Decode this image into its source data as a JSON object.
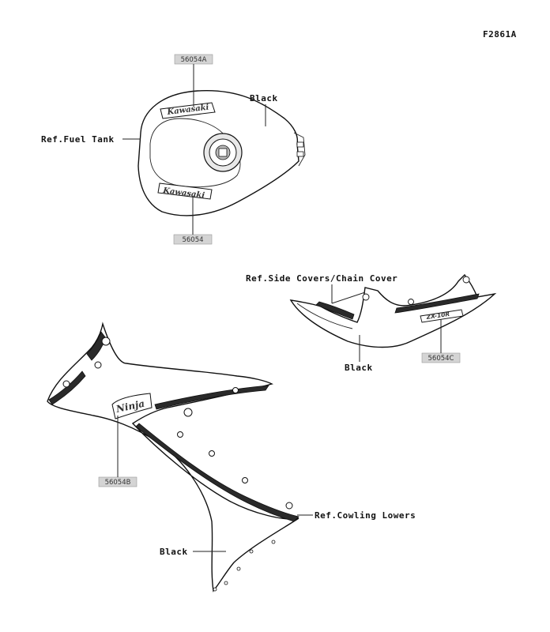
{
  "figure_code": "F2861A",
  "labels": {
    "fuel_tank": "Ref.Fuel Tank",
    "tank_color": "Black",
    "side_covers": "Ref.Side Covers/Chain Cover",
    "side_cover_color": "Black",
    "cowling_lowers": "Ref.Cowling Lowers",
    "cowling_color": "Black"
  },
  "part_numbers": {
    "tank_top": "56054A",
    "tank_side": "56054",
    "side_cover": "56054C",
    "cowling": "56054B"
  },
  "decals": {
    "tank_top_brand": "Kawasaki",
    "tank_side_brand": "Kawasaki",
    "side_cover_model": "ZX-10R",
    "cowling_model": "Ninja"
  }
}
